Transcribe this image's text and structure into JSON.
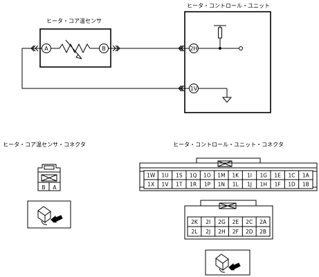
{
  "sensor": {
    "title": "ヒータ・コア温センサ",
    "terminal_a": "A",
    "terminal_b": "B"
  },
  "control_unit": {
    "title": "ヒータ・コントロール・ユニット",
    "pin_2h": "2H",
    "pin_1v": "1V"
  },
  "sensor_connector": {
    "title": "ヒータ・コア温センサ・コネクタ",
    "pins": [
      "B",
      "A"
    ]
  },
  "unit_connector": {
    "title": "ヒータ・コントロール・ユニット・コネクタ",
    "connector1_rows": [
      [
        "1W",
        "1U",
        "1S",
        "1Q",
        "1O",
        "1M",
        "1K",
        "1I",
        "1G",
        "1E",
        "1C",
        "1A"
      ],
      [
        "1X",
        "1V",
        "1T",
        "1R",
        "1P",
        "1N",
        "1L",
        "1J",
        "1H",
        "1F",
        "1D",
        "1B"
      ]
    ],
    "connector2_rows": [
      [
        "2K",
        "2I",
        "2G",
        "2E",
        "2C",
        "2A"
      ],
      [
        "2L",
        "2J",
        "2H",
        "2F",
        "2D",
        "2B"
      ]
    ]
  }
}
